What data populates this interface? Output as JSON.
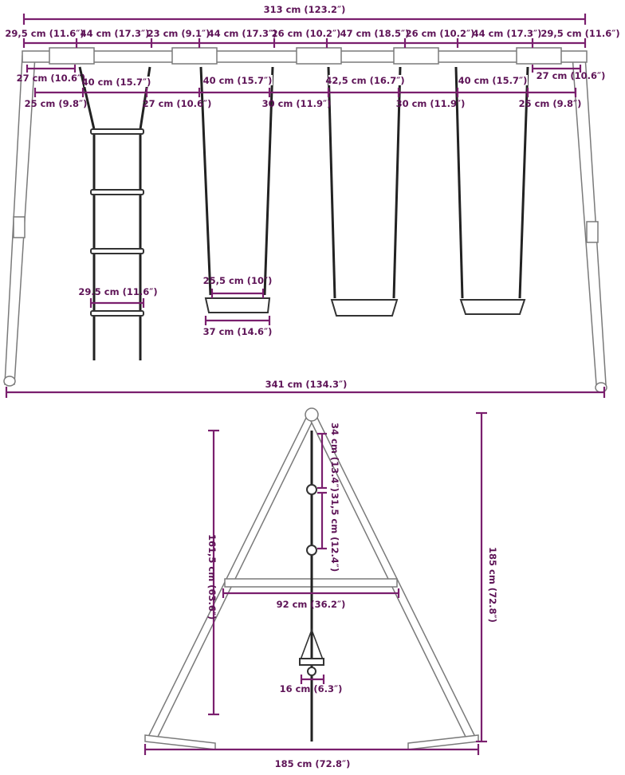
{
  "front_view": {
    "total_top": "313 cm (123.2″)",
    "segments": [
      "29,5 cm (11.6″)",
      "44 cm (17.3″)",
      "23 cm (9.1″)",
      "44 cm (17.3″)",
      "26 cm (10.2″)",
      "47 cm (18.5″)",
      "26 cm (10.2″)",
      "44 cm (17.3″)",
      "29,5 cm (11.6″)"
    ],
    "left_end": "27 cm (10.6″)",
    "right_end": "27 cm (10.6″)",
    "swing_widths": [
      "40 cm (15.7″)",
      "40 cm (15.7″)",
      "42,5 cm (16.7″)",
      "40 cm (15.7″)"
    ],
    "gaps": [
      "25 cm (9.8″)",
      "27 cm (10.6″)",
      "30 cm (11.9″)",
      "30 cm (11.9″)",
      "25 cm (9.8″)"
    ],
    "ladder_width": "29.5 cm (11.6″)",
    "seat_inner": "25,5 cm (10″)",
    "seat_outer": "37 cm (14.6″)",
    "total_base": "341 cm (134.3″)"
  },
  "side_view": {
    "rope_top": "34 cm (13.4″)",
    "rope_mid": "31,5 cm (12.4″)",
    "hang_height": "161,5 cm (63.6″)",
    "total_height": "185 cm (72.8″)",
    "crossbar": "92 cm (36.2″)",
    "trapeze": "16 cm (6.3″)",
    "base_width": "185 cm (72.8″)"
  }
}
